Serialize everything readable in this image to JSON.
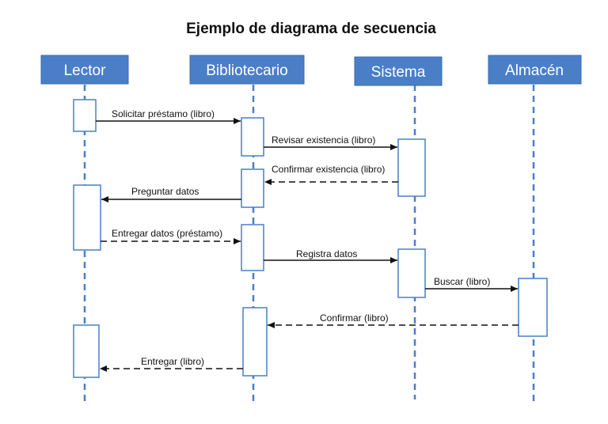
{
  "title": "Ejemplo de diagrama de secuencia",
  "colors": {
    "actor_fill": "#4a7fc8",
    "lifeline": "#4a7fc8",
    "arrow": "#111111"
  },
  "actors": [
    {
      "id": "lector",
      "label": "Lector"
    },
    {
      "id": "bibliotecario",
      "label": "Bibliotecario"
    },
    {
      "id": "sistema",
      "label": "Sistema"
    },
    {
      "id": "almacen",
      "label": "Almacén"
    }
  ],
  "messages": [
    {
      "from": "lector",
      "to": "bibliotecario",
      "label": "Solicitar préstamo (libro)",
      "style": "solid"
    },
    {
      "from": "bibliotecario",
      "to": "sistema",
      "label": "Revisar existencia (libro)",
      "style": "solid"
    },
    {
      "from": "sistema",
      "to": "bibliotecario",
      "label": "Confirmar existencia (libro)",
      "style": "dashed"
    },
    {
      "from": "bibliotecario",
      "to": "lector",
      "label": "Preguntar datos",
      "style": "solid"
    },
    {
      "from": "lector",
      "to": "bibliotecario",
      "label": "Entregar datos (préstamo)",
      "style": "dashed"
    },
    {
      "from": "bibliotecario",
      "to": "sistema",
      "label": "Registra datos",
      "style": "solid"
    },
    {
      "from": "sistema",
      "to": "almacen",
      "label": "Buscar (libro)",
      "style": "solid"
    },
    {
      "from": "almacen",
      "to": "bibliotecario",
      "label": "Confirmar (libro)",
      "style": "dashed"
    },
    {
      "from": "bibliotecario",
      "to": "lector",
      "label": "Entregar (libro)",
      "style": "dashed"
    }
  ]
}
